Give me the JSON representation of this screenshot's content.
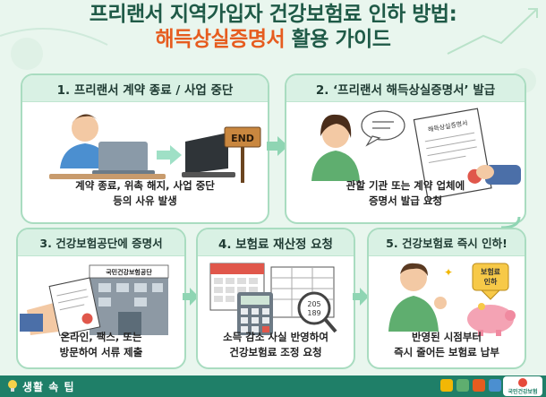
{
  "title": {
    "line1": "프리랜서 지역가입자 건강보험료 인하 방법:",
    "line2_highlight": "해득상실증명서",
    "line2_rest": " 활용 가이드"
  },
  "steps": [
    {
      "heading": "1. 프리랜서 계약 종료 / 사업 중단",
      "desc": "계약 종료, 위촉 해지, 사업 중단\n등의 사유 발생",
      "sign": "END"
    },
    {
      "heading": "2. ‘프리랜서 해득상실증명서’ 발급",
      "desc": "관할 기관 또는 계약 업체에\n증명서 발급 요청",
      "doc_label": "해득상실증명서"
    },
    {
      "heading": "3. 건강보험공단에 증명서",
      "desc": "온라인, 팩스, 또는\n방문하여 서류 제출",
      "building_sign": "국민건강보험공단"
    },
    {
      "heading": "4. 보험료 재산정 요청",
      "desc": "소득 감소 사실 반영하여\n건강보험료 조정 요청",
      "calc_values": [
        "205",
        "189"
      ]
    },
    {
      "heading": "5. 건강보험료 즉시 인하!",
      "desc": "반영된 시점부터\n즉시 줄어든 보험료 납부",
      "badge": "보험료\n인하"
    }
  ],
  "footer": {
    "tip": "생활 속 팁",
    "logo_text": "국민건강보험"
  },
  "colors": {
    "accent_orange": "#e65c1f",
    "title_green": "#1f5a47",
    "card_border": "#a9dcc0",
    "header_bg": "#d9f1e4",
    "footer_bg": "#1f7f68",
    "page_bg": "#e9f6ee"
  },
  "icons": [
    "lightbulb-icon",
    "home-icon",
    "logo-icon"
  ]
}
